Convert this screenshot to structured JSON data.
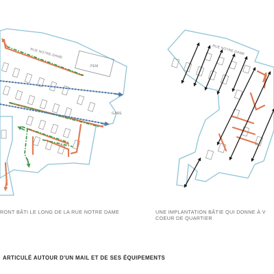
{
  "left_diagram": {
    "street_label": "RUE NOTRE-DAME",
    "label_pem": "PEM",
    "label_gare": "GARE",
    "caption_line1": "RONT BÂTI LE LONG DE LA RUE NOTRE DAME"
  },
  "right_diagram": {
    "street_label": "RUE NOTRE-DAME",
    "caption_line1": "UNE IMPLANTATION BÂTIE QUI DONNE À V",
    "caption_line2": "COEUR DE QUARTIER"
  },
  "bottom_title": "ARTICULÉ AUTOUR D'UN MAIL ET DE SES ÉQUIPEMENTS",
  "colors": {
    "outline": "#8cc3d6",
    "orange": "#e07a52",
    "green": "#3f9a45",
    "blue": "#4f78a6",
    "black": "#1a1a1a",
    "building": "#8f8f8f"
  }
}
